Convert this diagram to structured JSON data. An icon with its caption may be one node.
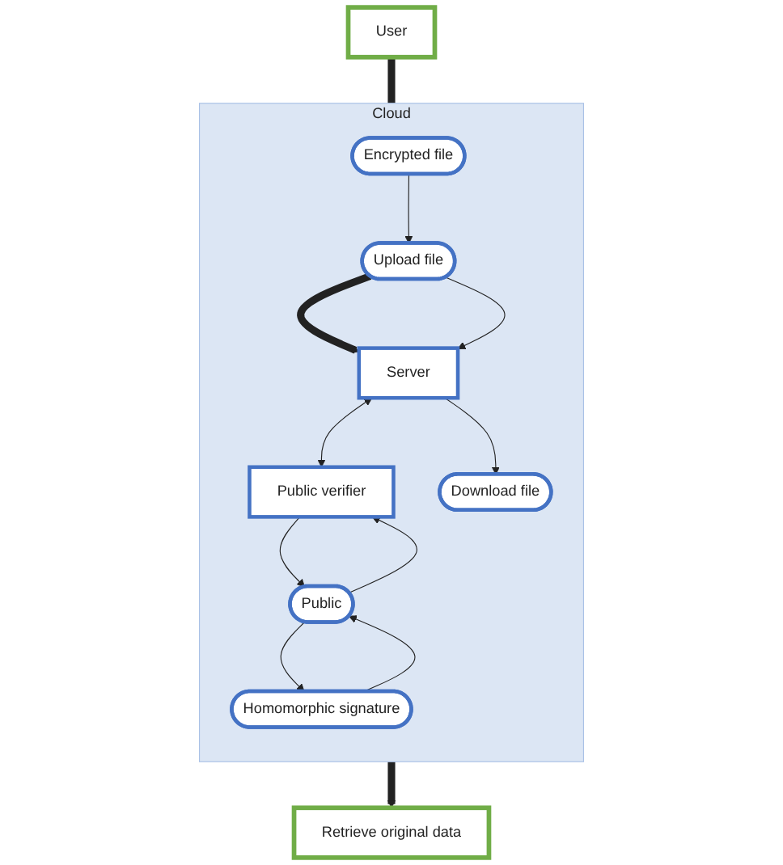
{
  "diagram": {
    "nodes": [
      {
        "text": [
          "User"
        ]
      },
      {
        "text": [
          "Cloud"
        ]
      },
      {
        "text": [
          "Encrypted file"
        ],
        "in": 1
      },
      {
        "text": [
          "Upload file"
        ],
        "in": 1
      },
      {
        "text": [
          "Server"
        ],
        "in": 1
      },
      {
        "text": [
          "Public verifier"
        ],
        "in": 1
      },
      {
        "text": [
          "Public"
        ],
        "in": 1
      },
      {
        "text": [
          "Download file"
        ],
        "in": 1
      },
      {
        "text": [
          "Homomorphic signature"
        ],
        "in": 1
      },
      {
        "text": [
          "Retrieve original data"
        ]
      }
    ],
    "edges": [
      {
        "from": 0,
        "to": 1,
        "arrow": "none",
        "style": "thick"
      },
      {
        "from": 2,
        "to": 3,
        "arrow": "to"
      },
      {
        "from": 3,
        "to": 4,
        "arrow": "to",
        "style": "thick"
      },
      {
        "from": 3,
        "to": 4,
        "arrow": "to"
      },
      {
        "from": 4,
        "to": 5,
        "arrow": "both"
      },
      {
        "from": 4,
        "to": 7,
        "arrow": "to"
      },
      {
        "from": 6,
        "to": 5,
        "arrow": "to"
      },
      {
        "from": 5,
        "to": 6,
        "arrow": "to"
      },
      {
        "from": 8,
        "to": 6,
        "arrow": "to"
      },
      {
        "from": 6,
        "to": 8,
        "arrow": "to"
      },
      {
        "from": 1,
        "to": 9,
        "arrow": "to",
        "style": "thick"
      }
    ]
  }
}
